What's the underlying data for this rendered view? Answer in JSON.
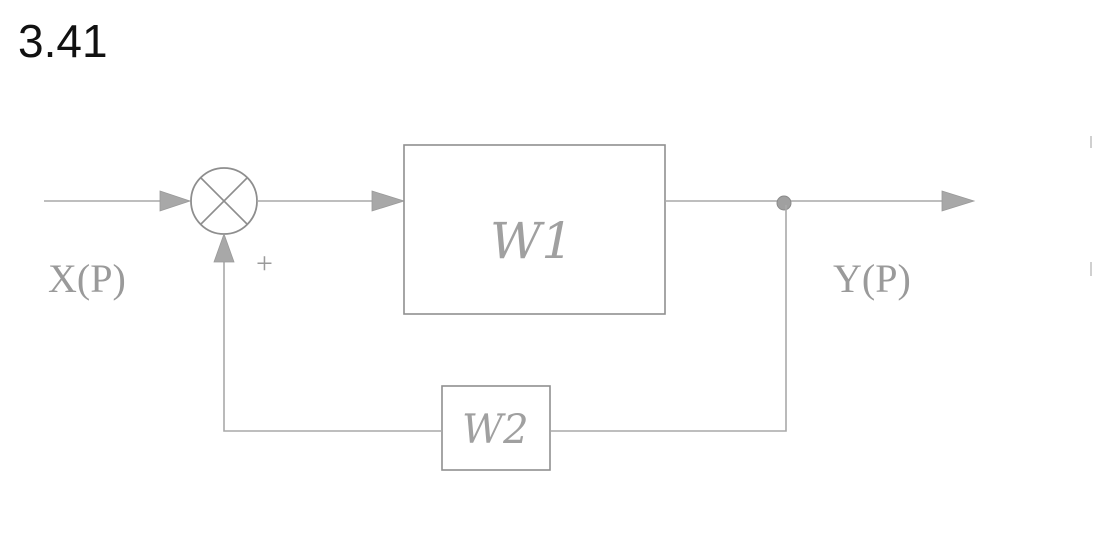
{
  "problem_number": "3.41",
  "diagram": {
    "input_label": "X(P)",
    "output_label": "Y(P)",
    "summing_sign": "+",
    "block_forward_label": "W1",
    "block_feedback_label": "W2"
  }
}
